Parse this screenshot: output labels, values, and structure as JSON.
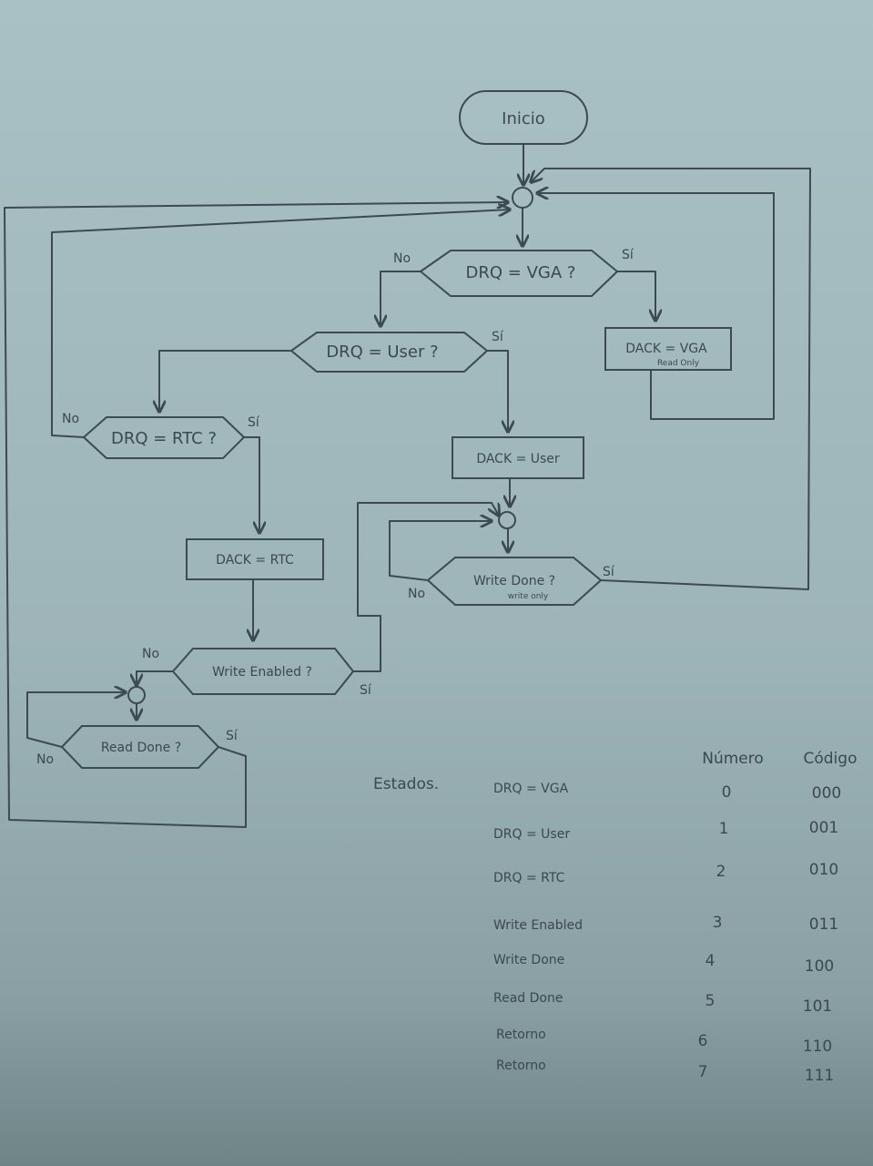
{
  "start": "Inicio",
  "decisions": {
    "vga": "DRQ = VGA ?",
    "user": "DRQ = User ?",
    "rtc": "DRQ = RTC ?",
    "write_done": "Write Done ?",
    "write_enabled": "Write Enabled ?",
    "read_done": "Read Done ?"
  },
  "processes": {
    "dack_vga": "DACK = VGA",
    "dack_vga_note": "Read Only",
    "dack_user": "DACK = User",
    "dack_rtc": "DACK = RTC"
  },
  "write_done_note": "write only",
  "branch_labels": {
    "yes": "Sí",
    "no": "No"
  },
  "states": {
    "title": "Estados.",
    "header_number": "Número",
    "header_code": "Código",
    "rows": [
      {
        "name": "DRQ = VGA",
        "number": "0",
        "code": "000"
      },
      {
        "name": "DRQ = User",
        "number": "1",
        "code": "001"
      },
      {
        "name": "DRQ = RTC",
        "number": "2",
        "code": "010"
      },
      {
        "name": "Write Enabled",
        "number": "3",
        "code": "011"
      },
      {
        "name": "Write Done",
        "number": "4",
        "code": "100"
      },
      {
        "name": "Read Done",
        "number": "5",
        "code": "101"
      },
      {
        "name": "Retorno",
        "number": "6",
        "code": "110"
      },
      {
        "name": "Retorno",
        "number": "7",
        "code": "111"
      }
    ]
  }
}
